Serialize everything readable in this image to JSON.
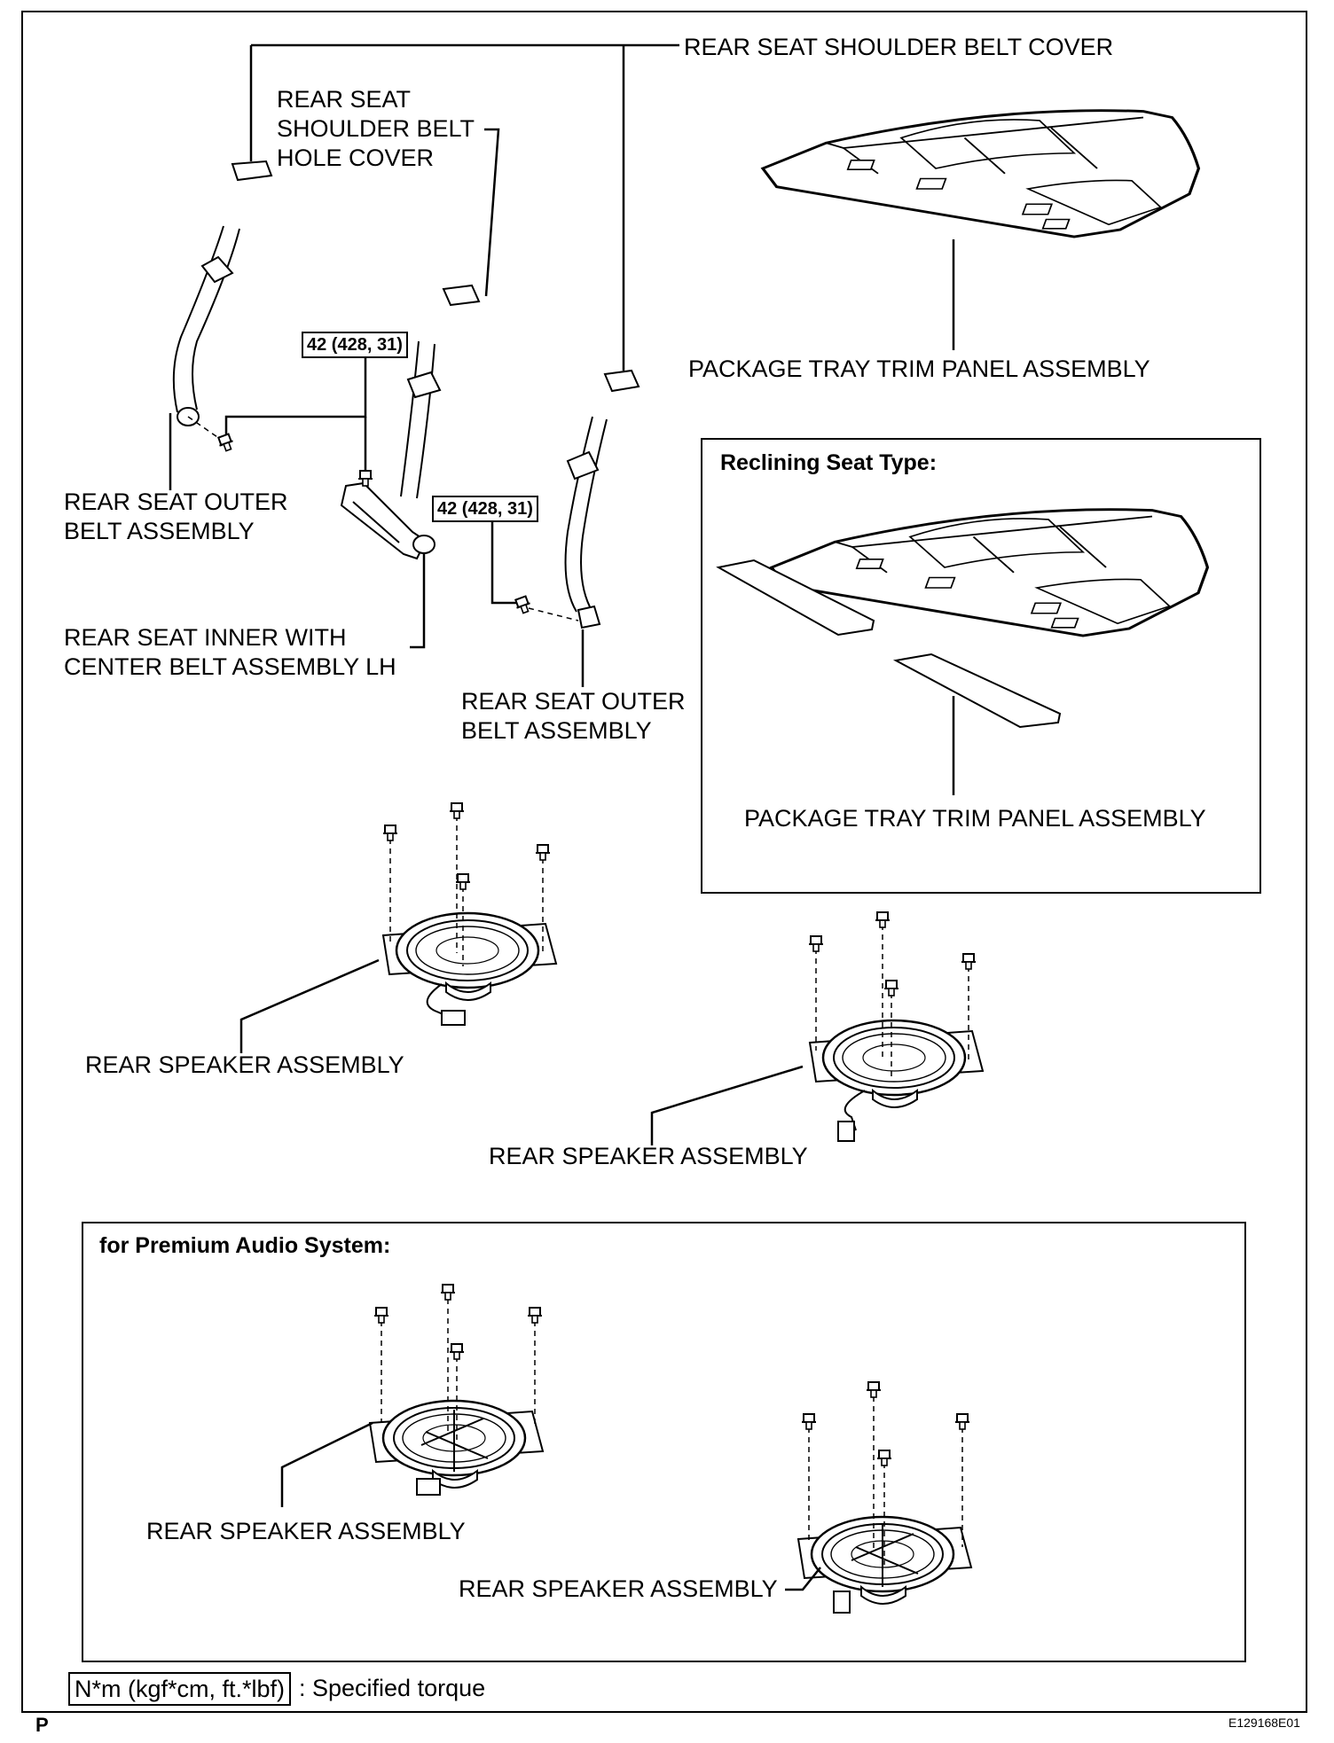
{
  "labels": {
    "shoulder_belt_cover": "REAR SEAT SHOULDER BELT COVER",
    "hole_cover": [
      "REAR SEAT",
      "SHOULDER BELT",
      "HOLE COVER"
    ],
    "tray_panel": "PACKAGE TRAY TRIM PANEL ASSEMBLY",
    "outer_belt_left": [
      "REAR SEAT OUTER",
      "BELT ASSEMBLY"
    ],
    "inner_center_belt": [
      "REAR SEAT INNER WITH",
      "CENTER BELT ASSEMBLY LH"
    ],
    "outer_belt_right": [
      "REAR SEAT OUTER",
      "BELT ASSEMBLY"
    ],
    "reclining_title": "Reclining Seat Type:",
    "tray_panel_reclining": "PACKAGE TRAY TRIM PANEL ASSEMBLY",
    "speaker": "REAR SPEAKER ASSEMBLY",
    "premium_title": "for Premium Audio System:"
  },
  "torque": {
    "value_1": "42 (428, 31)",
    "value_2": "42 (428, 31)"
  },
  "legend": {
    "unit": "N*m (kgf*cm, ft.*lbf)",
    "description": ": Specified torque"
  },
  "footer": {
    "page_letter": "P",
    "figure_id": "E129168E01"
  }
}
